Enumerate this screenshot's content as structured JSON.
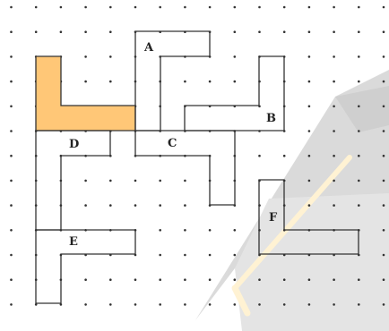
{
  "shapes": [
    {
      "id": "A",
      "label": "A"
    },
    {
      "id": "B",
      "label": "B"
    },
    {
      "id": "C",
      "label": "C"
    },
    {
      "id": "D",
      "label": "D"
    },
    {
      "id": "E",
      "label": "E"
    },
    {
      "id": "F",
      "label": "F"
    }
  ],
  "highlighted_shape_color": "#FFC777",
  "watermark": {
    "icon": "graduation-cap-icon",
    "color": "#BDBDBD",
    "tassel_color": "#FFE9B0"
  }
}
